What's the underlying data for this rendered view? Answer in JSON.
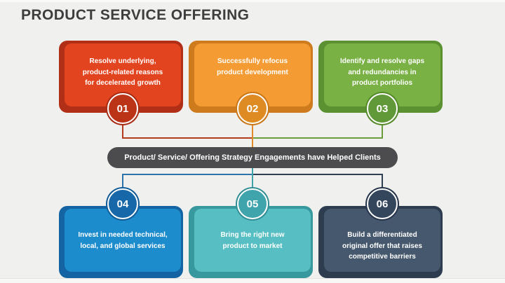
{
  "title": "PRODUCT SERVICE OFFERING",
  "page": {
    "background": "#f0f0ee",
    "title_color": "#3e3e3e"
  },
  "banner": {
    "label": "Product/ Service/ Offering Strategy Engagements have Helped Clients",
    "bg": "#4c4c4e",
    "text_color": "#ffffff"
  },
  "boxes": [
    {
      "number": "01",
      "row": "top",
      "text": "Resolve underlying, product-related reasons for decelerated growth",
      "colors": {
        "main": "#e34420",
        "back": "#b02f16",
        "circle": "#bc3418",
        "ring": "#a82c14",
        "connector": "#b43c1e"
      }
    },
    {
      "number": "02",
      "row": "top",
      "text": "Successfully refocus product development",
      "colors": {
        "main": "#f49b33",
        "back": "#cd7b1d",
        "circle": "#df8b24",
        "ring": "#c97818",
        "connector": "#e08a28"
      }
    },
    {
      "number": "03",
      "row": "top",
      "text": "Identify and resolve gaps and redundancies in product portfolios",
      "colors": {
        "main": "#79b144",
        "back": "#5b9130",
        "circle": "#619838",
        "ring": "#558a2b",
        "connector": "#6a9e3d"
      }
    },
    {
      "number": "04",
      "row": "bottom",
      "text": "Invest in needed technical, local, and global services",
      "colors": {
        "main": "#1d8ccd",
        "back": "#1463a2",
        "circle": "#1668a8",
        "ring": "#115c97",
        "connector": "#2e74a8"
      }
    },
    {
      "number": "05",
      "row": "bottom",
      "text": "Bring the right new product to market",
      "colors": {
        "main": "#57bec3",
        "back": "#37989e",
        "circle": "#3fa4ab",
        "ring": "#338f96",
        "connector": "#42a4aa"
      }
    },
    {
      "number": "06",
      "row": "bottom",
      "text": "Build a differentiated original offer that raises competitive barriers",
      "colors": {
        "main": "#46586d",
        "back": "#2d3c4e",
        "circle": "#33465c",
        "ring": "#27354a",
        "connector": "#2f3e50"
      }
    }
  ]
}
